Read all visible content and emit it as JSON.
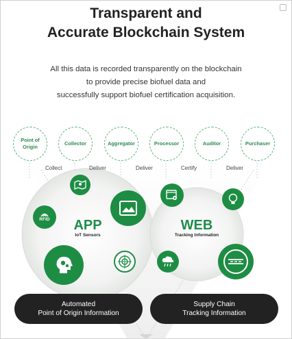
{
  "title": {
    "line1": "Transparent and",
    "line2": "Accurate Blockchain System"
  },
  "description": {
    "line1": "All this data is recorded transparently on the blockchain",
    "line2": "to provide precise biofuel data and",
    "line3": "successfully support biofuel certification acquisition."
  },
  "roles": [
    {
      "line1": "Point of",
      "line2": "Origin"
    },
    {
      "line1": "Collector",
      "line2": ""
    },
    {
      "line1": "Aggregator",
      "line2": ""
    },
    {
      "line1": "Processor",
      "line2": ""
    },
    {
      "line1": "Auditor",
      "line2": ""
    },
    {
      "line1": "Purchaser",
      "line2": ""
    }
  ],
  "actions": [
    "Collect",
    "Deliver",
    "Deliver",
    "Certify",
    "Deliver"
  ],
  "app": {
    "title": "APP",
    "subtitle": "IoT Sensors"
  },
  "web": {
    "title": "WEB",
    "subtitle": "Tracking Information"
  },
  "rfid_label": "RFID",
  "pills": {
    "left": {
      "line1": "Automated",
      "line2": "Point of Origin Information"
    },
    "right": {
      "line1": "Supply Chain",
      "line2": "Tracking Information"
    }
  },
  "colors": {
    "accent": "#1e8d44",
    "role_text": "#2d8a4e",
    "pill": "#222222"
  },
  "icons": [
    "map-icon",
    "image-frame-icon",
    "rfid-icon",
    "head-gears-icon",
    "target-icon",
    "browser-settings-icon",
    "lightbulb-icon",
    "cloud-rain-icon",
    "road-icon"
  ]
}
